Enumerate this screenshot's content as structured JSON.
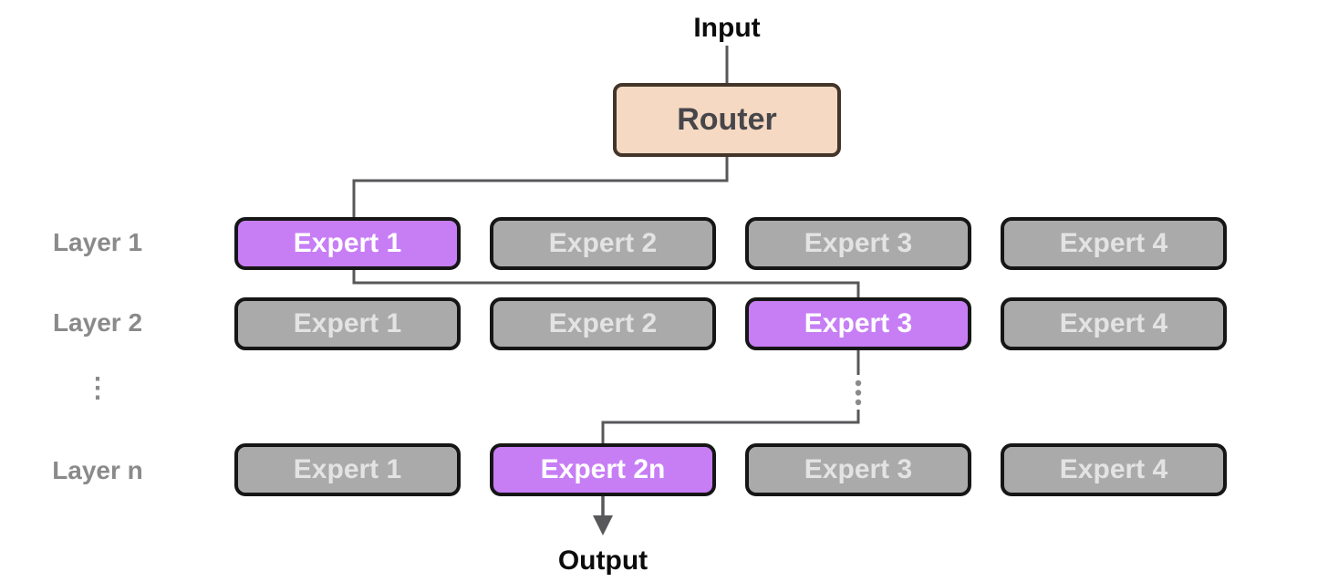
{
  "diagram": {
    "input_label": "Input",
    "router_label": "Router",
    "output_label": "Output",
    "ellipsis": "⋮",
    "layers": [
      {
        "name": "Layer 1",
        "experts": [
          {
            "label": "Expert 1",
            "active": true
          },
          {
            "label": "Expert 2",
            "active": false
          },
          {
            "label": "Expert 3",
            "active": false
          },
          {
            "label": "Expert 4",
            "active": false
          }
        ]
      },
      {
        "name": "Layer 2",
        "experts": [
          {
            "label": "Expert 1",
            "active": false
          },
          {
            "label": "Expert 2",
            "active": false
          },
          {
            "label": "Expert 3",
            "active": true
          },
          {
            "label": "Expert 4",
            "active": false
          }
        ]
      },
      {
        "name": "Layer n",
        "experts": [
          {
            "label": "Expert 1",
            "active": false
          },
          {
            "label": "Expert 2n",
            "active": true
          },
          {
            "label": "Expert 3",
            "active": false
          },
          {
            "label": "Expert 4",
            "active": false
          }
        ]
      }
    ],
    "colors": {
      "active_expert_fill": "#c77ef5",
      "active_expert_text": "#ffffff",
      "inactive_expert_fill": "#aaaaaa",
      "inactive_expert_text": "#e3e3e3",
      "expert_border": "#161616",
      "router_fill": "#f5d9c2",
      "router_border": "#43352a",
      "router_text": "#46464b",
      "connector": "#58585b",
      "layer_label_text": "#8a8a8a"
    }
  }
}
